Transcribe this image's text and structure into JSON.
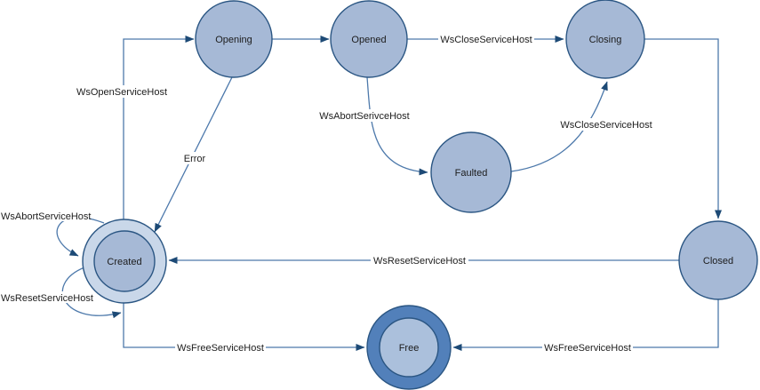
{
  "diagram": {
    "kind": "state-machine",
    "background": "#ffffff"
  },
  "colors": {
    "node_fill": "#a6b9d6",
    "node_stroke": "#2b5683",
    "edge_line": "#4d79ab",
    "arrow_fill": "#1d4a76",
    "created_outer_fill": "#c9d7e9",
    "free_outer_fill": "#5280ba",
    "free_inner_fill": "#abc0dc",
    "label_text": "#1c1c1c",
    "background": "#ffffff"
  },
  "nodes": [
    {
      "id": "opening",
      "label": "Opening",
      "shape": "circle"
    },
    {
      "id": "opened",
      "label": "Opened",
      "shape": "circle"
    },
    {
      "id": "closing",
      "label": "Closing",
      "shape": "circle"
    },
    {
      "id": "faulted",
      "label": "Faulted",
      "shape": "circle"
    },
    {
      "id": "created",
      "label": "Created",
      "shape": "double-circle-light"
    },
    {
      "id": "closed",
      "label": "Closed",
      "shape": "circle"
    },
    {
      "id": "free",
      "label": "Free",
      "shape": "double-circle-dark"
    }
  ],
  "edges": [
    {
      "from": "created",
      "to": "opening",
      "label": "WsOpenServiceHost"
    },
    {
      "from": "opening",
      "to": "opened",
      "label": ""
    },
    {
      "from": "opened",
      "to": "closing",
      "label": "WsCloseServiceHost"
    },
    {
      "from": "opening",
      "to": "created",
      "label": "Error"
    },
    {
      "from": "opened",
      "to": "faulted",
      "label": "WsAbortSerivceHost"
    },
    {
      "from": "faulted",
      "to": "closing",
      "label": "WsCloseServiceHost"
    },
    {
      "from": "closing",
      "to": "closed",
      "label": ""
    },
    {
      "from": "closed",
      "to": "created",
      "label": "WsResetServiceHost"
    },
    {
      "from": "created",
      "to": "created",
      "label": "WsAbortServiceHost"
    },
    {
      "from": "created",
      "to": "created",
      "label": "WsResetServiceHost"
    },
    {
      "from": "created",
      "to": "free",
      "label": "WsFreeServiceHost"
    },
    {
      "from": "closed",
      "to": "free",
      "label": "WsFreeServiceHost"
    }
  ]
}
